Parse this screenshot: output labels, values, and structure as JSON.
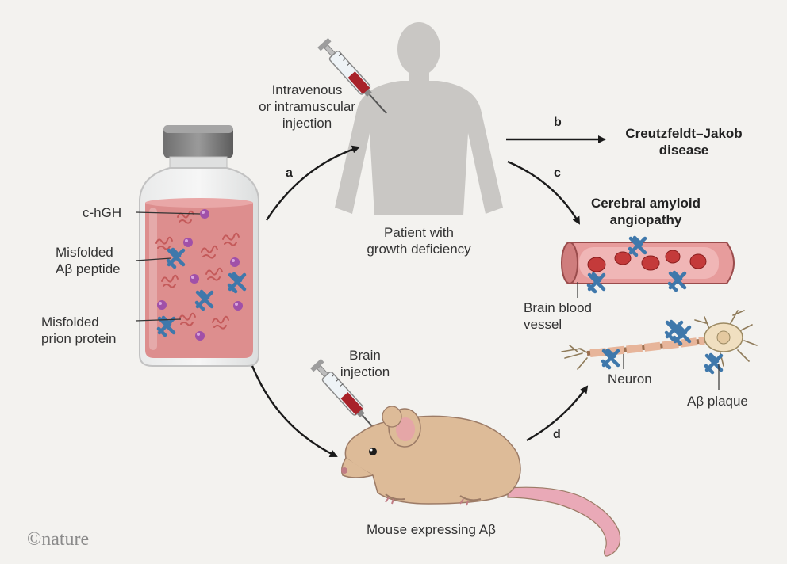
{
  "labels": {
    "chgh": "c-hGH",
    "misfolded_ab_line1": "Misfolded",
    "misfolded_ab_line2": "Aβ peptide",
    "misfolded_prion_line1": "Misfolded",
    "misfolded_prion_line2": "prion protein",
    "injection_line1": "Intravenous",
    "injection_line2": "or intramuscular",
    "injection_line3": "injection",
    "patient_line1": "Patient with",
    "patient_line2": "growth deficiency",
    "cjd_line1": "Creutzfeldt–Jakob",
    "cjd_line2": "disease",
    "caa_line1": "Cerebral amyloid",
    "caa_line2": "angiopathy",
    "vessel_line1": "Brain blood",
    "vessel_line2": "vessel",
    "neuron": "Neuron",
    "plaque": "Aβ plaque",
    "brain_inj_line1": "Brain",
    "brain_inj_line2": "injection",
    "mouse": "Mouse expressing Aβ",
    "logo": "©nature"
  },
  "pathways": {
    "a": "a",
    "b": "b",
    "c": "c",
    "d": "d"
  },
  "colors": {
    "background": "#f3f2ef",
    "silhouette": "#c9c7c4",
    "solution": "#dd8e8e",
    "prion": "#c45a5a",
    "abeta": "#4a7fb0",
    "chgh": "#a050a8",
    "mouse": "#ddbb98",
    "vessel": "#e79c9c",
    "cell": "#c43a3a"
  }
}
